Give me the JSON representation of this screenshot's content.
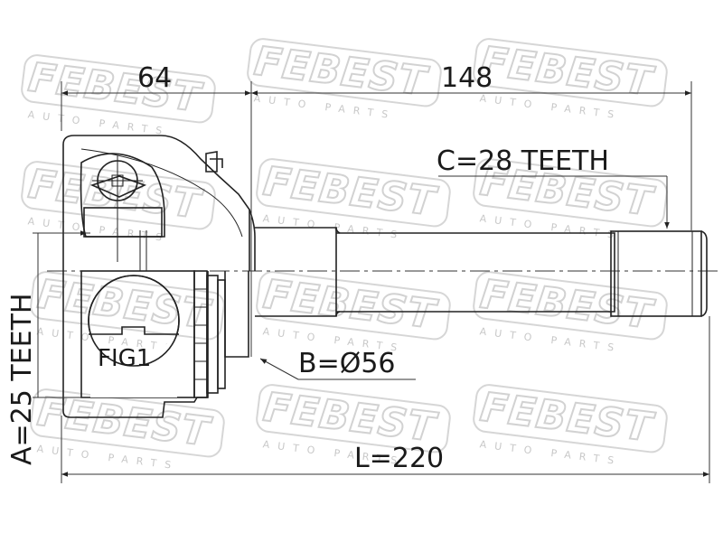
{
  "brand": {
    "watermark": "FEBEST",
    "watermark_sub": "AUTO PARTS"
  },
  "dimensions": {
    "housing_length": "64",
    "shaft_length": "148",
    "outer_spline": "C=28 TEETH",
    "outer_diameter": "B=Ø56",
    "inner_spline": "A=25 TEETH",
    "total_length": "L=220"
  },
  "figure_label": "FIG1"
}
